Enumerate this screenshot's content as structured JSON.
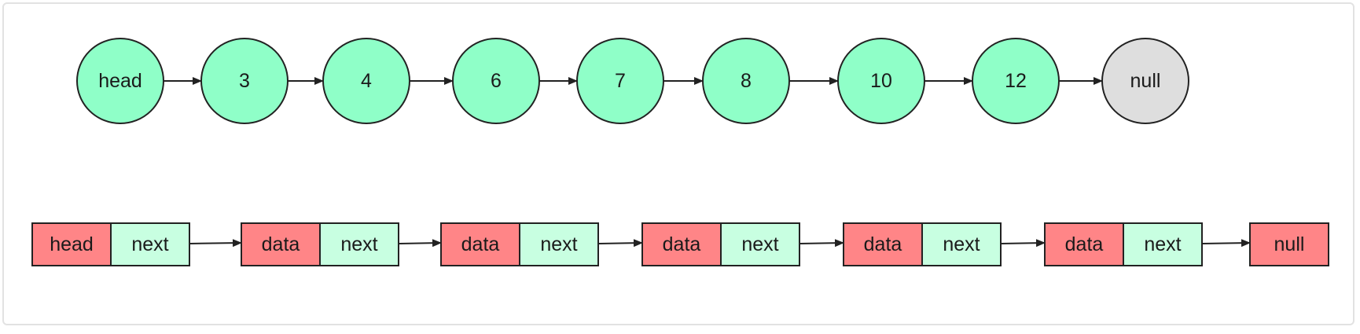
{
  "diagram": {
    "circle_list": {
      "nodes": [
        {
          "label": "head",
          "kind": "value"
        },
        {
          "label": "3",
          "kind": "value"
        },
        {
          "label": "4",
          "kind": "value"
        },
        {
          "label": "6",
          "kind": "value"
        },
        {
          "label": "7",
          "kind": "value"
        },
        {
          "label": "8",
          "kind": "value"
        },
        {
          "label": "10",
          "kind": "value"
        },
        {
          "label": "12",
          "kind": "value"
        },
        {
          "label": "null",
          "kind": "null"
        }
      ]
    },
    "box_list": {
      "nodes": [
        {
          "data_label": "head",
          "next_label": "next"
        },
        {
          "data_label": "data",
          "next_label": "next"
        },
        {
          "data_label": "data",
          "next_label": "next"
        },
        {
          "data_label": "data",
          "next_label": "next"
        },
        {
          "data_label": "data",
          "next_label": "next"
        },
        {
          "data_label": "data",
          "next_label": "next"
        }
      ],
      "terminal_label": "null"
    },
    "colors": {
      "circle_fill": "#8fffc8",
      "null_fill": "#dedede",
      "data_fill": "#ff8587",
      "next_fill": "#c8ffe1",
      "stroke": "#222222"
    }
  }
}
